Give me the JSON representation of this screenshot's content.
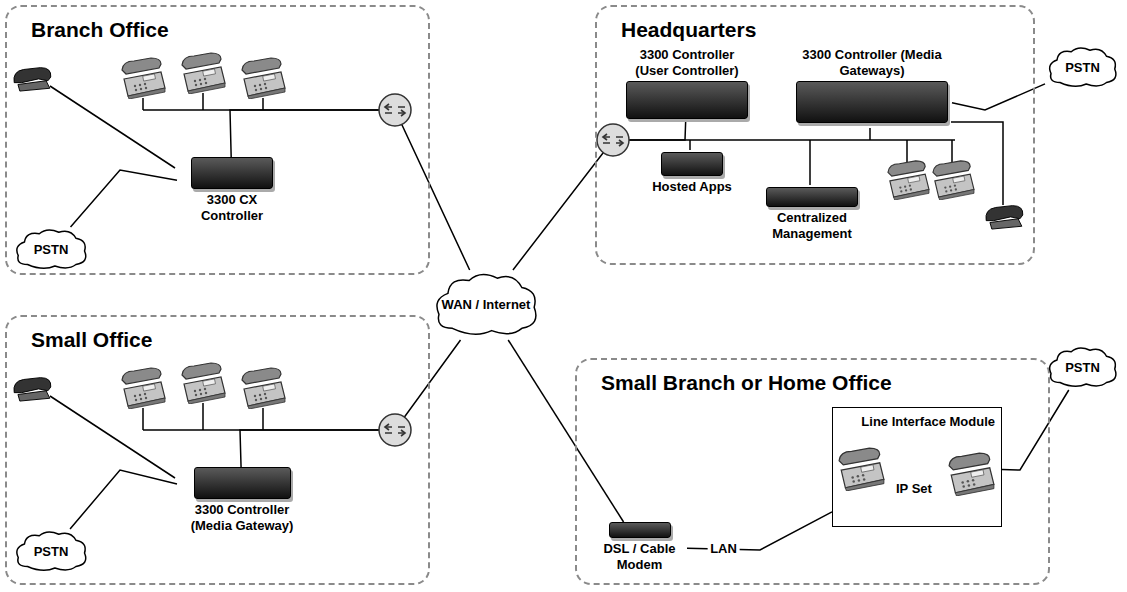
{
  "diagram": {
    "nodes": [
      {
        "text": [
          "Branch Office"
        ]
      },
      {
        "text": [
          "3300 CX Controller"
        ],
        "in": 0
      },
      {
        "text": [
          "PSTN"
        ],
        "in": 0
      },
      {
        "text": [
          "Headquarters"
        ]
      },
      {
        "text": [
          "3300 Controller (User Controller)"
        ],
        "in": 3
      },
      {
        "text": [
          "3300 Controller (Media Gateways)"
        ],
        "in": 3
      },
      {
        "text": [
          "Hosted Apps"
        ],
        "in": 3
      },
      {
        "text": [
          "Centralized Management"
        ],
        "in": 3
      },
      {
        "text": [
          "PSTN"
        ]
      },
      {
        "text": [
          "WAN / Internet"
        ]
      },
      {
        "text": [
          "Small Office"
        ]
      },
      {
        "text": [
          "3300 Controller (Media Gateway)"
        ],
        "in": 10
      },
      {
        "text": [
          "PSTN"
        ],
        "in": 10
      },
      {
        "text": [
          "Small Branch or Home Office"
        ]
      },
      {
        "text": [
          "Line Interface Module",
          "IP Set"
        ],
        "in": 13
      },
      {
        "text": [
          "DSL / Cable Modem"
        ],
        "in": 13
      },
      {
        "text": [
          "PSTN"
        ]
      }
    ],
    "edges": [
      {
        "from": 1,
        "to": 2,
        "arrow": "none"
      },
      {
        "from": 1,
        "to": 9,
        "arrow": "none"
      },
      {
        "from": 9,
        "to": 4,
        "arrow": "none"
      },
      {
        "from": 5,
        "to": 8,
        "arrow": "none"
      },
      {
        "from": 11,
        "to": 12,
        "arrow": "none"
      },
      {
        "from": 11,
        "to": 9,
        "arrow": "none"
      },
      {
        "from": 15,
        "to": 9,
        "arrow": "none"
      },
      {
        "from": 15,
        "to": 14,
        "label": "LAN",
        "arrow": "none"
      },
      {
        "from": 14,
        "to": 16,
        "arrow": "none"
      }
    ]
  }
}
